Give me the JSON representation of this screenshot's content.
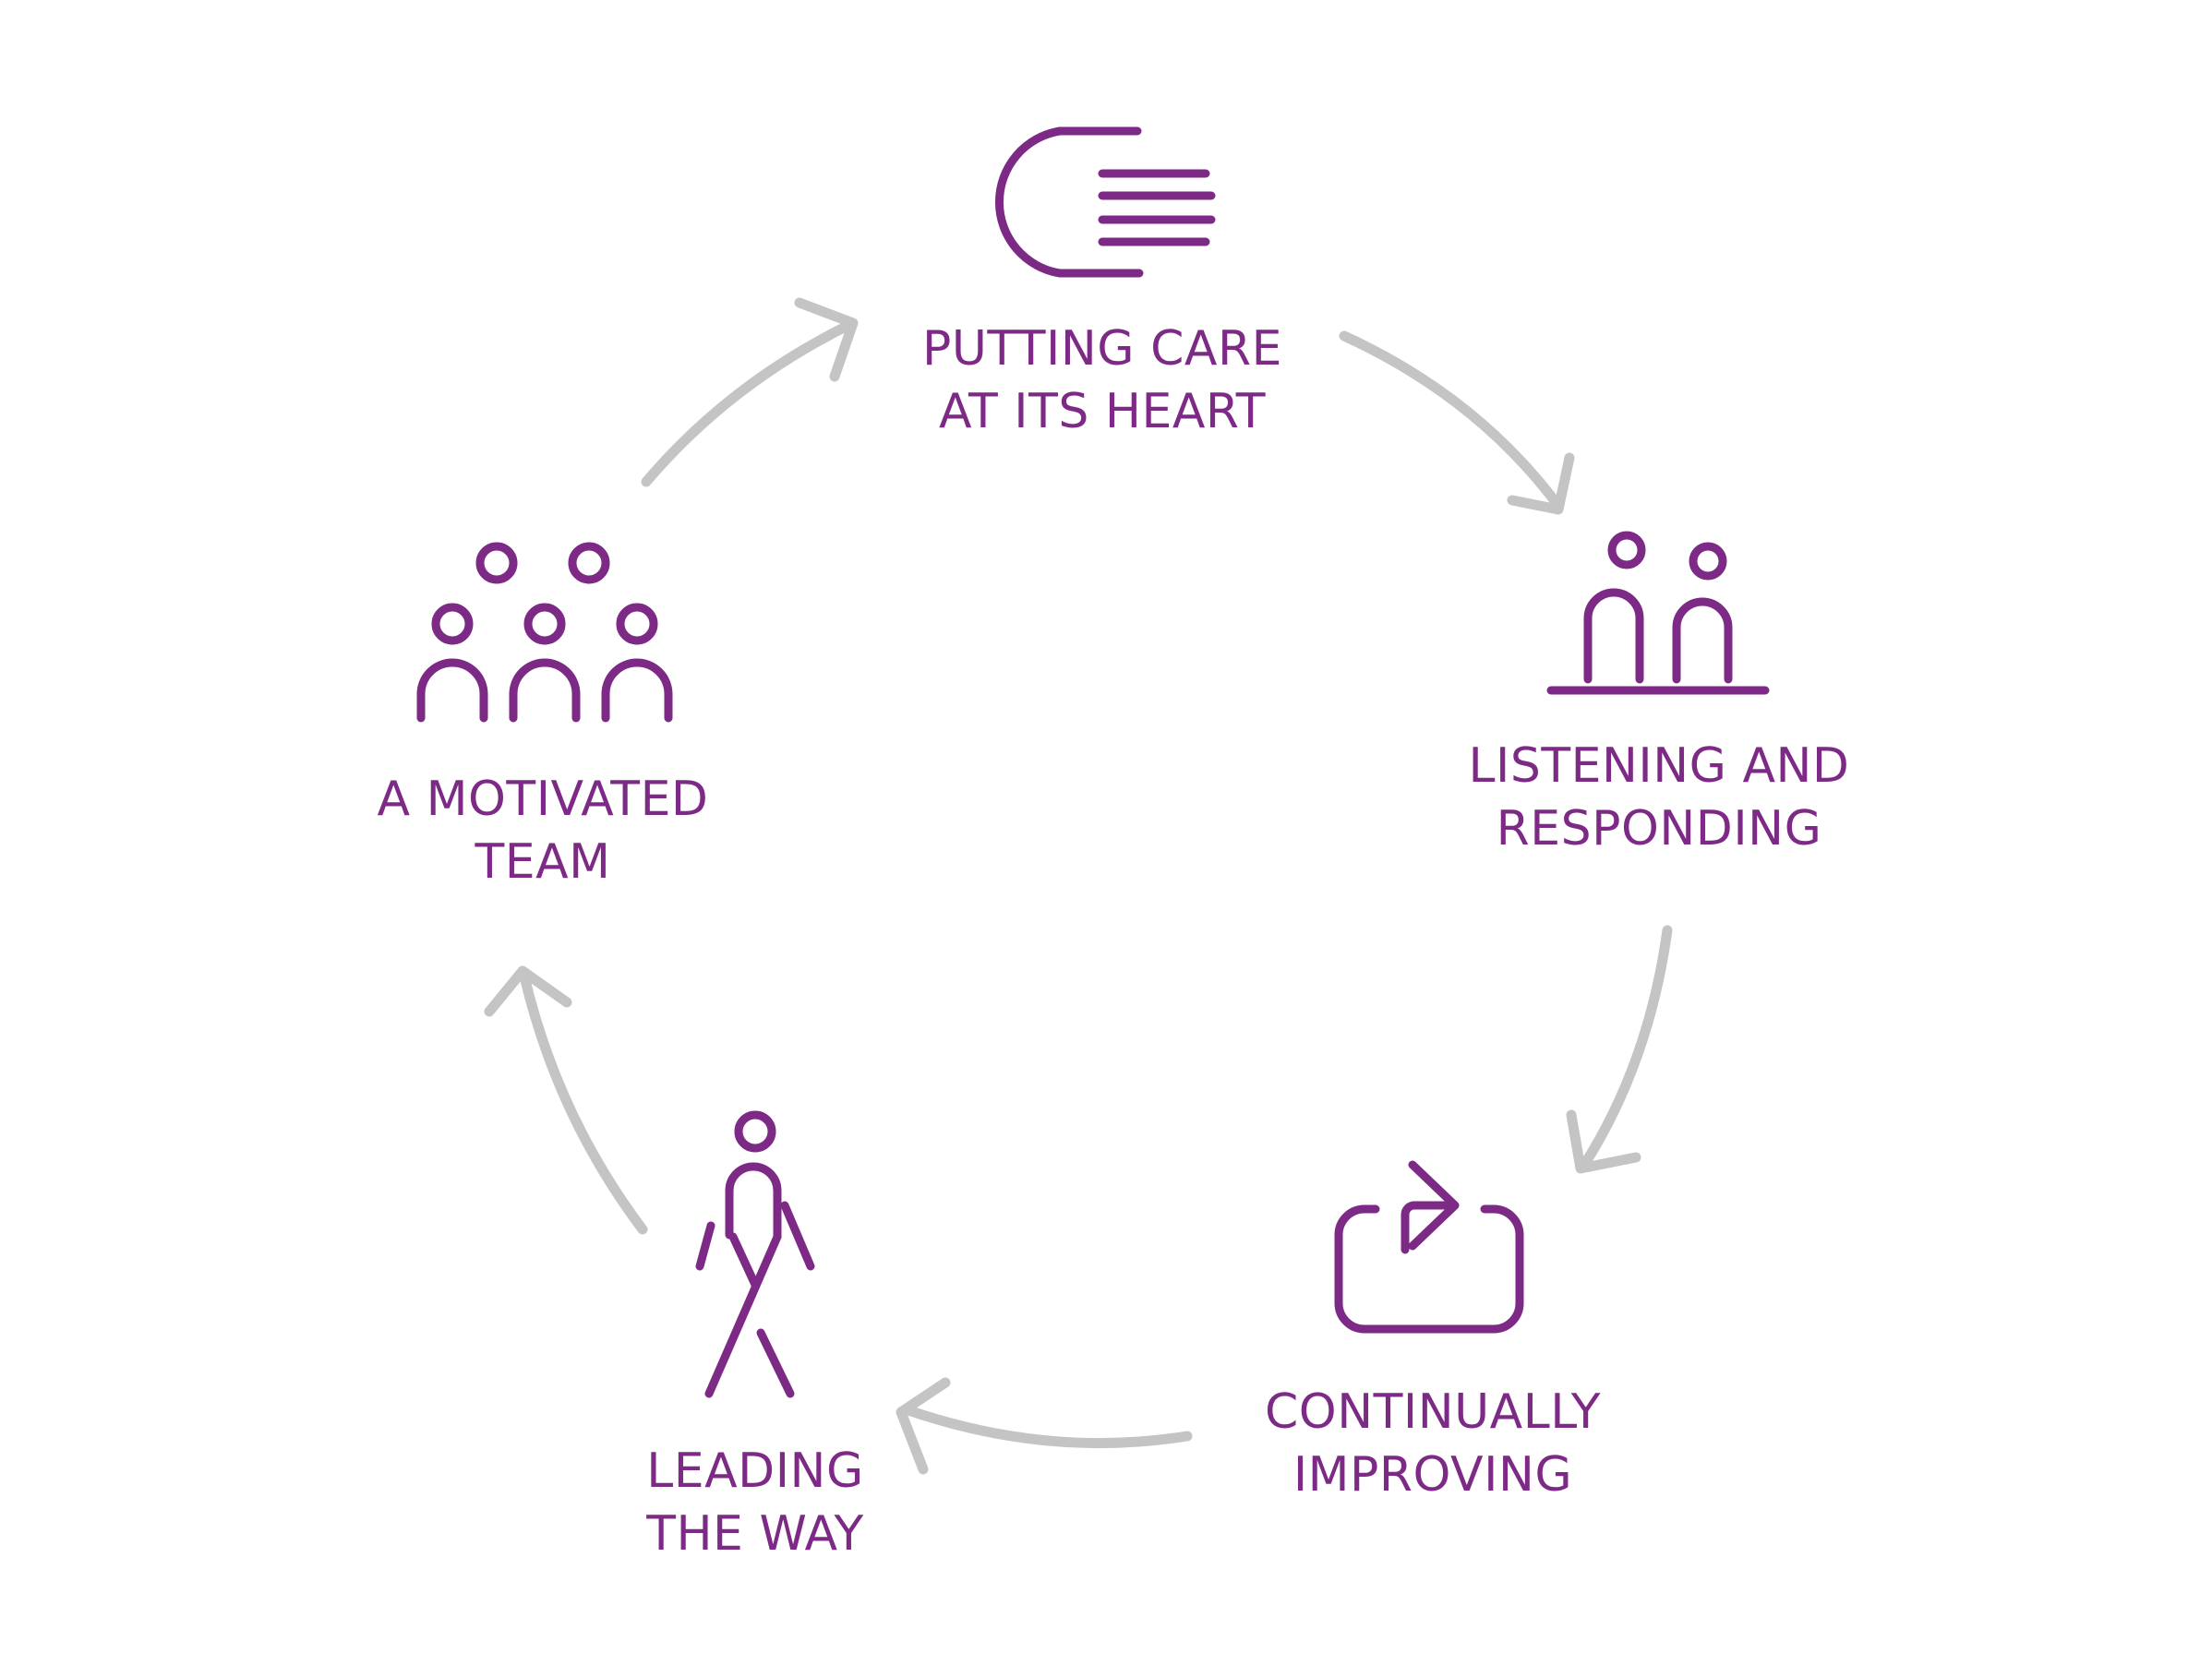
{
  "colors": {
    "accent": "#7d2a86",
    "arrow": "#c4c4c4",
    "background": "#ffffff"
  },
  "steps": [
    {
      "id": "care",
      "icon": "hand-icon",
      "line1": "PUTTING CARE",
      "line2": "AT ITS HEART"
    },
    {
      "id": "listening",
      "icon": "two-people-at-table-icon",
      "line1": "LISTENING AND",
      "line2": "RESPONDING"
    },
    {
      "id": "improving",
      "icon": "repeat-arrow-icon",
      "line1": "CONTINUALLY",
      "line2": "IMPROVING"
    },
    {
      "id": "leading",
      "icon": "walking-person-icon",
      "line1": "LEADING",
      "line2": "THE WAY"
    },
    {
      "id": "team",
      "icon": "group-of-people-icon",
      "line1": "A MOTIVATED",
      "line2": "TEAM"
    }
  ]
}
